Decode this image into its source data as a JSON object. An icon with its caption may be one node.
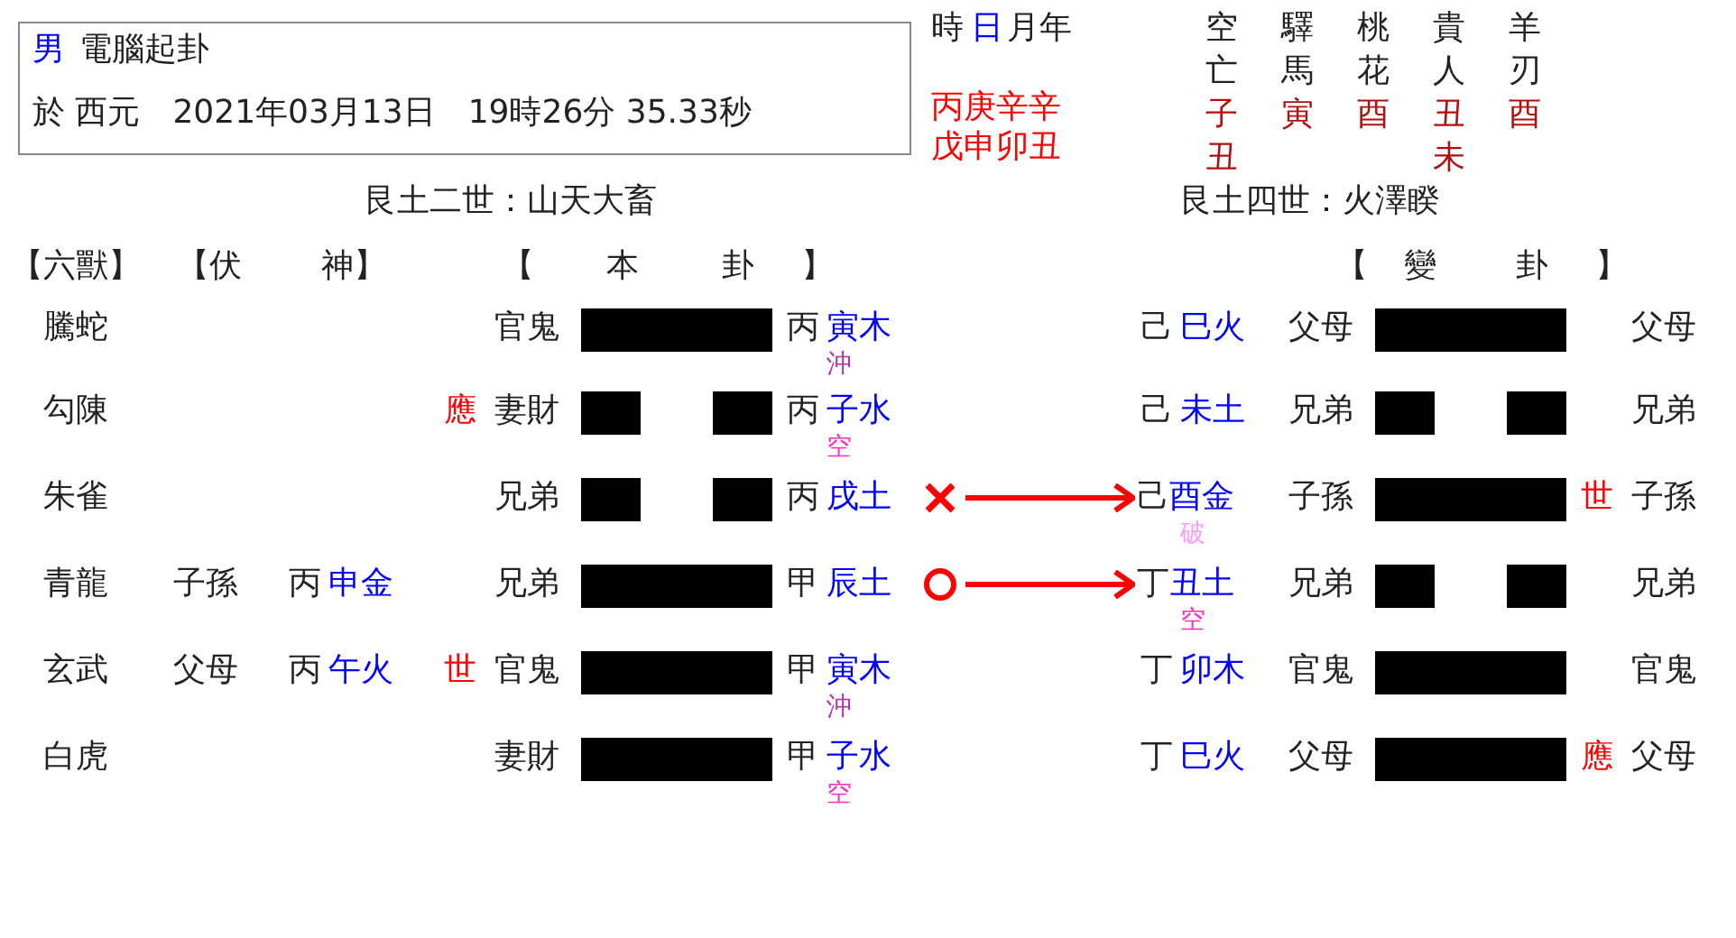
{
  "diagram": {
    "nodes": [
      {
        "text": [
          "男",
          "電腦起卦",
          "於 西元　2021年03月13日　19時26分 35.33秒"
        ]
      },
      {
        "text": [],
        "shape": "cross"
      },
      {
        "text": [
          "己",
          "酉金"
        ],
        "beside": [
          "破"
        ]
      },
      {
        "text": [],
        "shape": "circle"
      },
      {
        "text": [
          "丁",
          "丑土"
        ],
        "beside": [
          "空"
        ]
      }
    ],
    "edges": [
      {
        "from": 1,
        "to": 2,
        "arrow": "to"
      },
      {
        "from": 3,
        "to": 4,
        "arrow": "to"
      }
    ],
    "labels": [
      "時",
      "日",
      "月年",
      "空",
      "驛",
      "桃",
      "貴",
      "羊",
      "亡",
      "馬",
      "花",
      "人",
      "刃",
      "丙庚辛辛",
      "子",
      "寅",
      "酉",
      "丑",
      "酉",
      "戊申卯丑",
      "丑",
      "未",
      "艮土二世：山天大畜",
      "艮土四世：火澤睽",
      "【六獸】",
      "【伏",
      "神】",
      "【",
      "本",
      "卦",
      "】",
      "【",
      "變",
      "卦",
      "】",
      "騰蛇",
      "官鬼",
      "丙",
      "寅木",
      "沖",
      "己",
      "巳火",
      "父母",
      "父母",
      "勾陳",
      "應",
      "妻財",
      "丙",
      "子水",
      "空",
      "己",
      "未土",
      "兄弟",
      "兄弟",
      "朱雀",
      "兄弟",
      "丙",
      "戌土",
      "子孫",
      "世",
      "子孫",
      "青龍",
      "子孫",
      "丙",
      "申金",
      "兄弟",
      "甲",
      "辰土",
      "兄弟",
      "兄弟",
      "玄武",
      "父母",
      "丙",
      "午火",
      "世",
      "官鬼",
      "甲",
      "寅木",
      "沖",
      "丁",
      "卯木",
      "官鬼",
      "官鬼",
      "白虎",
      "妻財",
      "甲",
      "子水",
      "空",
      "丁",
      "巳火",
      "父母",
      "應",
      "父母"
    ]
  }
}
